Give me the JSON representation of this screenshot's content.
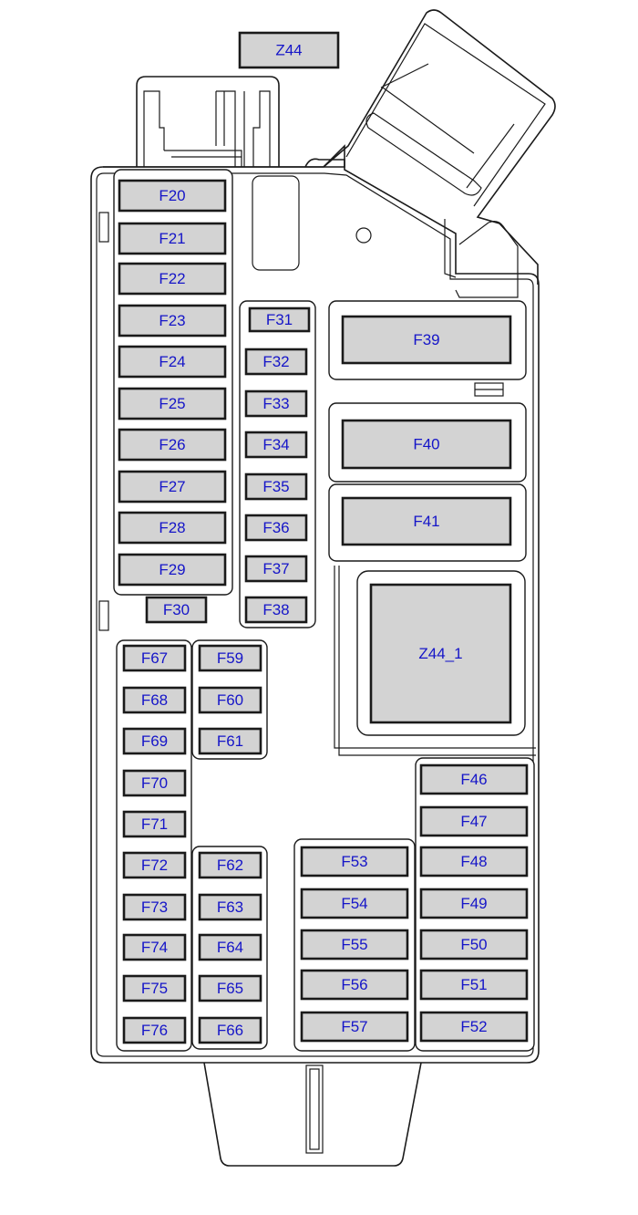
{
  "colors": {
    "fuse_fill": "#d3d3d3",
    "fuse_border": "#1a1a1a",
    "label": "#1515c8",
    "outline": "#1a1a1a",
    "background": "#ffffff"
  },
  "fuses": [
    {
      "id": "z44",
      "label": "Z44"
    },
    {
      "id": "f20",
      "label": "F20"
    },
    {
      "id": "f21",
      "label": "F21"
    },
    {
      "id": "f22",
      "label": "F22"
    },
    {
      "id": "f23",
      "label": "F23"
    },
    {
      "id": "f24",
      "label": "F24"
    },
    {
      "id": "f25",
      "label": "F25"
    },
    {
      "id": "f26",
      "label": "F26"
    },
    {
      "id": "f27",
      "label": "F27"
    },
    {
      "id": "f28",
      "label": "F28"
    },
    {
      "id": "f29",
      "label": "F29"
    },
    {
      "id": "f30",
      "label": "F30"
    },
    {
      "id": "f31",
      "label": "F31"
    },
    {
      "id": "f32",
      "label": "F32"
    },
    {
      "id": "f33",
      "label": "F33"
    },
    {
      "id": "f34",
      "label": "F34"
    },
    {
      "id": "f35",
      "label": "F35"
    },
    {
      "id": "f36",
      "label": "F36"
    },
    {
      "id": "f37",
      "label": "F37"
    },
    {
      "id": "f38",
      "label": "F38"
    },
    {
      "id": "f39",
      "label": "F39"
    },
    {
      "id": "f40",
      "label": "F40"
    },
    {
      "id": "f41",
      "label": "F41"
    },
    {
      "id": "z44_1",
      "label": "Z44_1"
    },
    {
      "id": "f67",
      "label": "F67"
    },
    {
      "id": "f68",
      "label": "F68"
    },
    {
      "id": "f69",
      "label": "F69"
    },
    {
      "id": "f70",
      "label": "F70"
    },
    {
      "id": "f71",
      "label": "F71"
    },
    {
      "id": "f72",
      "label": "F72"
    },
    {
      "id": "f73",
      "label": "F73"
    },
    {
      "id": "f74",
      "label": "F74"
    },
    {
      "id": "f75",
      "label": "F75"
    },
    {
      "id": "f76",
      "label": "F76"
    },
    {
      "id": "f59",
      "label": "F59"
    },
    {
      "id": "f60",
      "label": "F60"
    },
    {
      "id": "f61",
      "label": "F61"
    },
    {
      "id": "f62",
      "label": "F62"
    },
    {
      "id": "f63",
      "label": "F63"
    },
    {
      "id": "f64",
      "label": "F64"
    },
    {
      "id": "f65",
      "label": "F65"
    },
    {
      "id": "f66",
      "label": "F66"
    },
    {
      "id": "f53",
      "label": "F53"
    },
    {
      "id": "f54",
      "label": "F54"
    },
    {
      "id": "f55",
      "label": "F55"
    },
    {
      "id": "f56",
      "label": "F56"
    },
    {
      "id": "f57",
      "label": "F57"
    },
    {
      "id": "f46",
      "label": "F46"
    },
    {
      "id": "f47",
      "label": "F47"
    },
    {
      "id": "f48",
      "label": "F48"
    },
    {
      "id": "f49",
      "label": "F49"
    },
    {
      "id": "f50",
      "label": "F50"
    },
    {
      "id": "f51",
      "label": "F51"
    },
    {
      "id": "f52",
      "label": "F52"
    }
  ]
}
